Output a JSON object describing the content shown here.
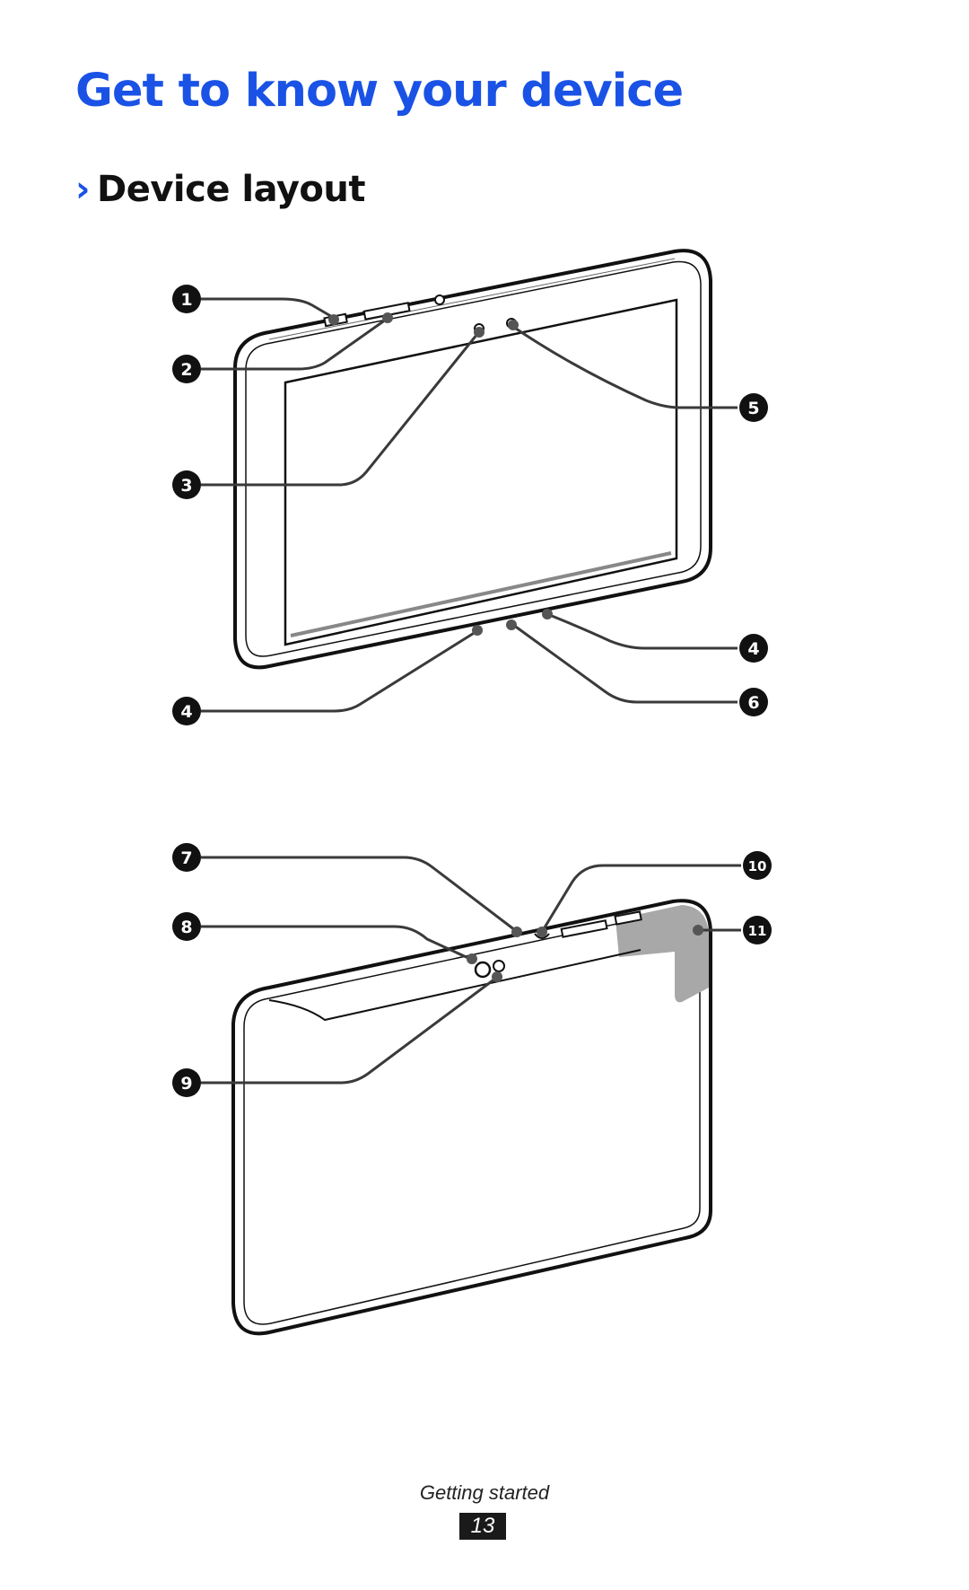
{
  "page": {
    "title": "Get to know your device",
    "section_chevron": "›",
    "section_title": "Device layout"
  },
  "front_callouts": [
    "1",
    "2",
    "3",
    "4",
    "5",
    "4",
    "6"
  ],
  "back_callouts": [
    "7",
    "8",
    "9",
    "10",
    "11"
  ],
  "footer": {
    "section_label": "Getting started",
    "page_number": "13"
  },
  "colors": {
    "accent": "#1a52e6",
    "callout_fill": "#111111",
    "highlight_gray": "#a8a8a8"
  }
}
